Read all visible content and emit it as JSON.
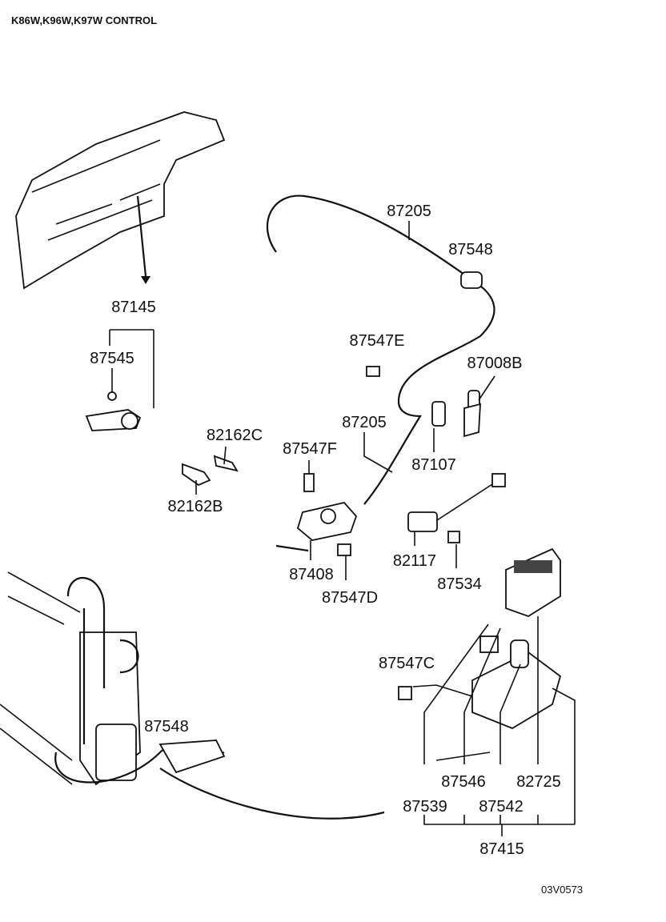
{
  "header": {
    "title": "K86W,K96W,K97W CONTROL"
  },
  "footer": {
    "code": "03V0573"
  },
  "parts": {
    "p87205a": "87205",
    "p87548a": "87548",
    "p87145": "87145",
    "p87545": "87545",
    "p87547E": "87547E",
    "p87008B": "87008B",
    "p87205b": "87205",
    "p82162C": "82162C",
    "p87547F": "87547F",
    "p87107": "87107",
    "p82162B": "82162B",
    "p82117": "82117",
    "p87534": "87534",
    "p87408": "87408",
    "p87547D": "87547D",
    "p87547C": "87547C",
    "p87548b": "87548",
    "p87546": "87546",
    "p82725": "82725",
    "p87539": "87539",
    "p87542": "87542",
    "p87415": "87415"
  }
}
